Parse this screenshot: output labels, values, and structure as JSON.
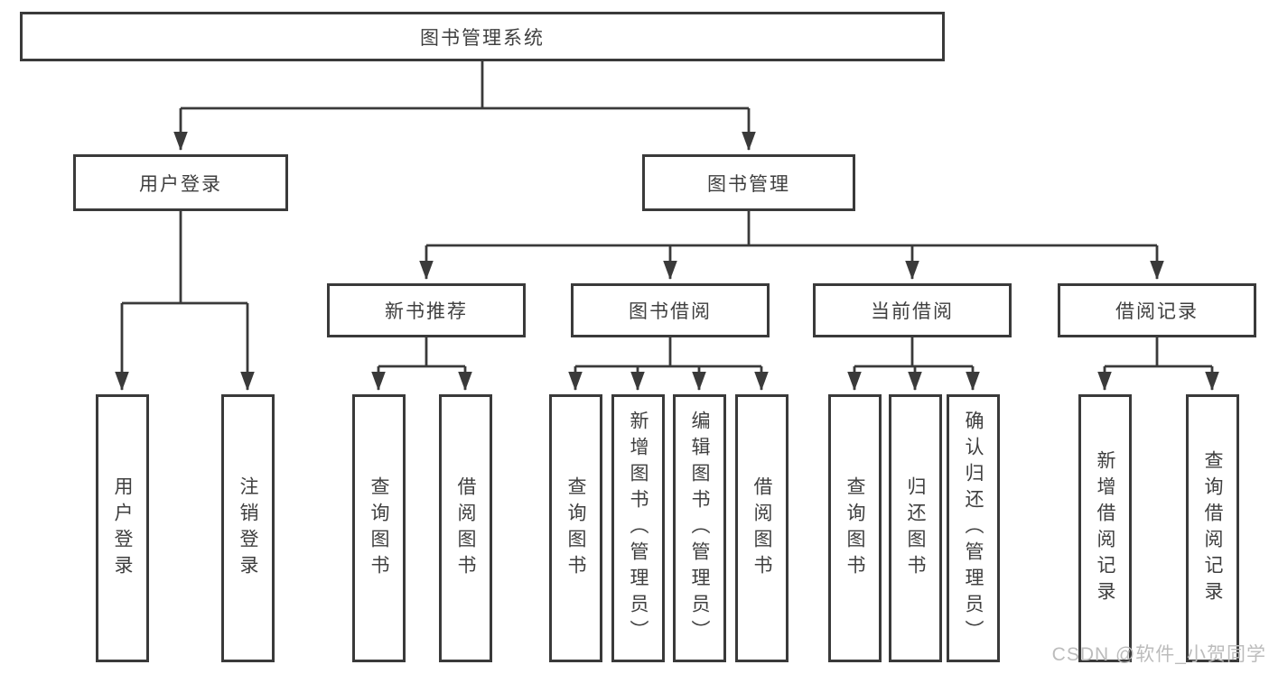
{
  "diagram": {
    "type": "hierarchy",
    "colors": {
      "line": "#3a3a3a",
      "box_border": "#3a3a3a",
      "box_background": "#ffffff",
      "text": "#3f3f3f",
      "watermark_text": "#bcbcbc"
    },
    "tree": {
      "root": {
        "label": "图书管理系统"
      },
      "branches": [
        {
          "label": "用户登录",
          "children": [
            {
              "label": "用户登录"
            },
            {
              "label": "注销登录"
            }
          ]
        },
        {
          "label": "图书管理",
          "children": [
            {
              "label": "新书推荐",
              "children": [
                {
                  "label": "查询图书"
                },
                {
                  "label": "借阅图书"
                }
              ]
            },
            {
              "label": "图书借阅",
              "children": [
                {
                  "label": "查询图书"
                },
                {
                  "label": "新增图书（管理员）"
                },
                {
                  "label": "编辑图书（管理员）"
                },
                {
                  "label": "借阅图书"
                }
              ]
            },
            {
              "label": "当前借阅",
              "children": [
                {
                  "label": "查询图书"
                },
                {
                  "label": "归还图书"
                },
                {
                  "label": "确认归还（管理员）"
                }
              ]
            },
            {
              "label": "借阅记录",
              "children": [
                {
                  "label": "新增借阅记录"
                },
                {
                  "label": "查询借阅记录"
                }
              ]
            }
          ]
        }
      ]
    },
    "watermark": {
      "text": "CSDN @软件_小贺同学"
    }
  }
}
